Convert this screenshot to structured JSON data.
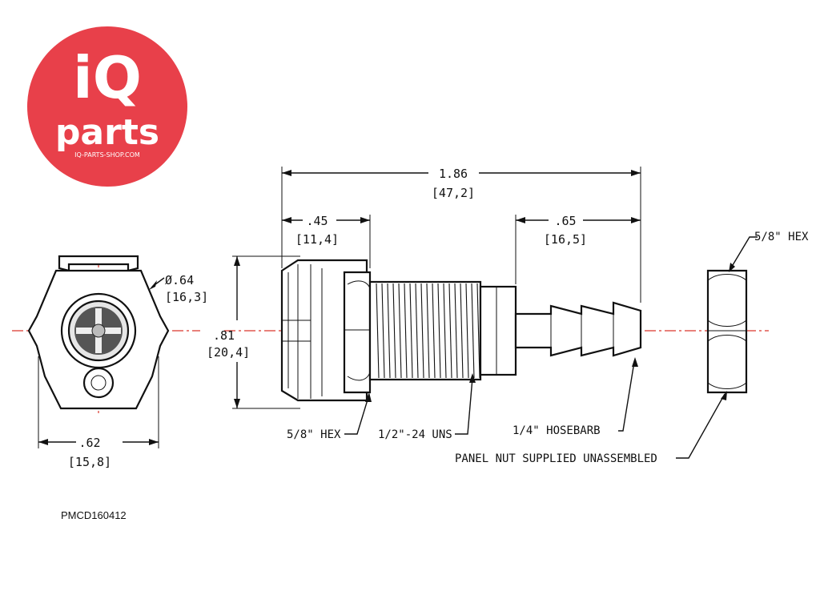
{
  "logo": {
    "line1": "iQ",
    "line2": "parts",
    "url": "IQ-PARTS-SHOP.COM",
    "brand_color": "#e8404a"
  },
  "dimensions": {
    "overall_length_in": "1.86",
    "overall_length_mm": "[47,2]",
    "front_len_in": ".45",
    "front_len_mm": "[11,4]",
    "barb_len_in": ".65",
    "barb_len_mm": "[16,5]",
    "height_in": ".81",
    "height_mm": "[20,4]",
    "dia_in": "Ø.64",
    "dia_mm": "[16,3]",
    "width_in": ".62",
    "width_mm": "[15,8]"
  },
  "labels": {
    "hex_body": "5/8\" HEX",
    "thread": "1/2\"-24 UNS",
    "hosebarb": "1/4\" HOSEBARB",
    "panel_nut": "PANEL NUT SUPPLIED UNASSEMBLED",
    "hex_nut": "5/8\" HEX"
  },
  "part_number": "PMCD160412",
  "colors": {
    "centerline": "#d9362c",
    "line": "#111111"
  }
}
